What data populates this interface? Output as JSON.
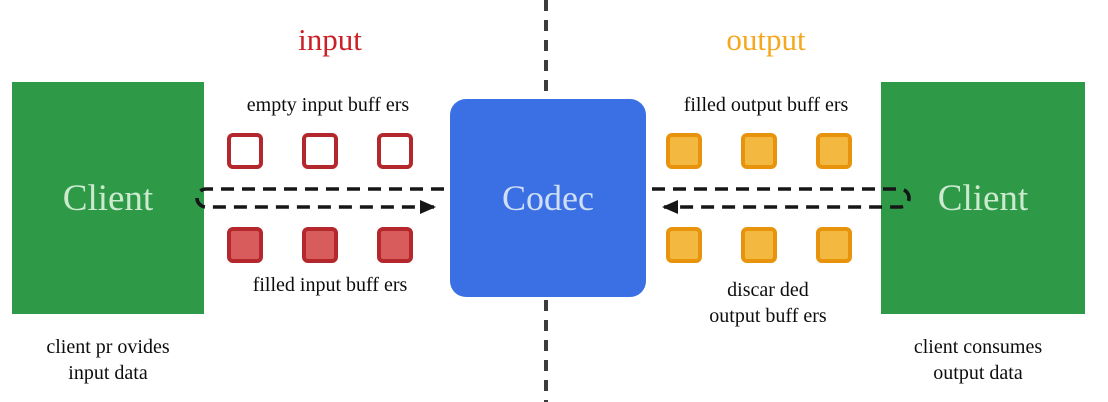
{
  "colors": {
    "client-green": "#2e9a48",
    "client-text": "#cdeacf",
    "codec-blue": "#3b70e4",
    "codec-text": "#d0def6",
    "input-red": "#cb2026",
    "output-orange": "#f5a81f",
    "red-border": "#b4272d",
    "red-fill": "#d95c5c",
    "orange-border": "#e8930c",
    "orange-fill": "#f3b83f",
    "arrow-black": "#161616",
    "divider-gray": "#3c3c3c",
    "text-black": "#0d0d0d"
  },
  "titles": {
    "input": "input",
    "output": "output"
  },
  "left_client": {
    "label": "Client",
    "caption_line1": "client pr ovides",
    "caption_line2": "input data"
  },
  "right_client": {
    "label": "Client",
    "caption_line1": "client consumes",
    "caption_line2": "output data"
  },
  "codec": {
    "label": "Codec"
  },
  "buffers": {
    "empty_input": {
      "label": "empty input buff ers",
      "count": 3
    },
    "filled_input": {
      "label": "filled input buff ers",
      "count": 3
    },
    "filled_output": {
      "label": "filled output buff ers",
      "count": 3
    },
    "discarded_output": {
      "label_line1": "discar ded",
      "label_line2": "output buff ers",
      "count": 3
    }
  }
}
